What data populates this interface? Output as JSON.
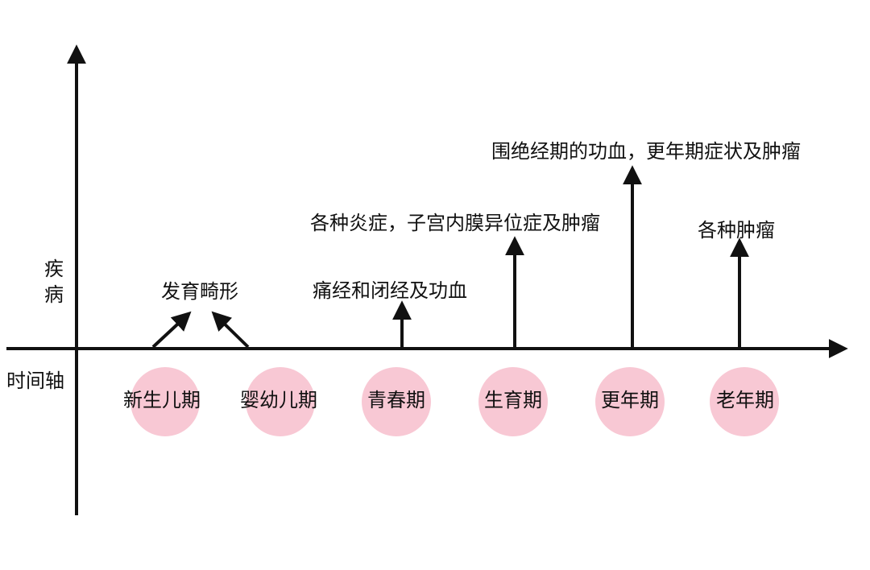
{
  "axes": {
    "y_label_chars": [
      "疾",
      "病"
    ],
    "x_label": "时间轴"
  },
  "stages": [
    {
      "label": "新生儿期"
    },
    {
      "label": "婴幼儿期"
    },
    {
      "label": "青春期"
    },
    {
      "label": "生育期"
    },
    {
      "label": "更年期"
    },
    {
      "label": "老年期"
    }
  ],
  "diseases": [
    {
      "label": "发育畸形"
    },
    {
      "label": "痛经和闭经及功血"
    },
    {
      "label": "各种炎症，子宫内膜异位症及肿瘤"
    },
    {
      "label": "围绝经期的功血，更年期症状及肿瘤"
    },
    {
      "label": "各种肿瘤"
    }
  ],
  "colors": {
    "stage_circle": "#f8c8d4",
    "line": "#111111"
  }
}
